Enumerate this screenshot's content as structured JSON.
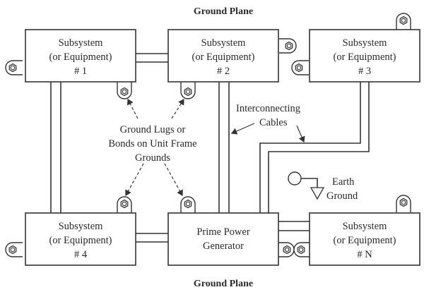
{
  "title_top": "Ground Plane",
  "title_bottom": "Ground Plane",
  "units": [
    {
      "line1": "Subsystem",
      "line2": "(or Equipment)",
      "line3": "# 1"
    },
    {
      "line1": "Subsystem",
      "line2": "(or Equipment)",
      "line3": "# 2"
    },
    {
      "line1": "Subsystem",
      "line2": "(or Equipment)",
      "line3": "# 3"
    },
    {
      "line1": "Subsystem",
      "line2": "(or Equipment)",
      "line3": "# 4"
    },
    {
      "line1": "Prime Power",
      "line2": "Generator"
    },
    {
      "line1": "Subsystem",
      "line2": "(or Equipment)",
      "line3": "# N"
    }
  ],
  "annotations": {
    "lugs": [
      "Ground Lugs or",
      "Bonds on Unit Frame",
      "Grounds"
    ],
    "cables": [
      "Interconnecting",
      "Cables"
    ],
    "earth": [
      "Earth",
      "Ground"
    ]
  }
}
